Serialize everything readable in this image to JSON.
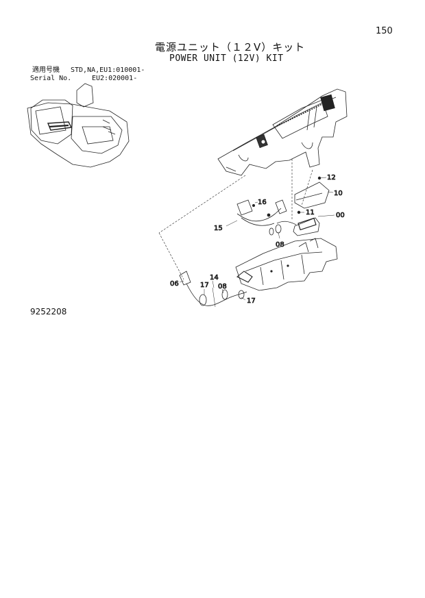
{
  "header": {
    "page_number": "150",
    "title_jp": "電源ユニット（１２V）キット",
    "title_en": "POWER UNIT (12V) KIT"
  },
  "serial_info": {
    "label_jp": "適用号機",
    "label_en": "Serial No.",
    "line1": "STD,NA,EU1:010001-",
    "line2": "EU2:020001-"
  },
  "callouts": [
    "12",
    "10",
    "16",
    "11",
    "00",
    "15",
    "08",
    "06",
    "17",
    "14",
    "08",
    "17"
  ],
  "figure_number": "9252208"
}
